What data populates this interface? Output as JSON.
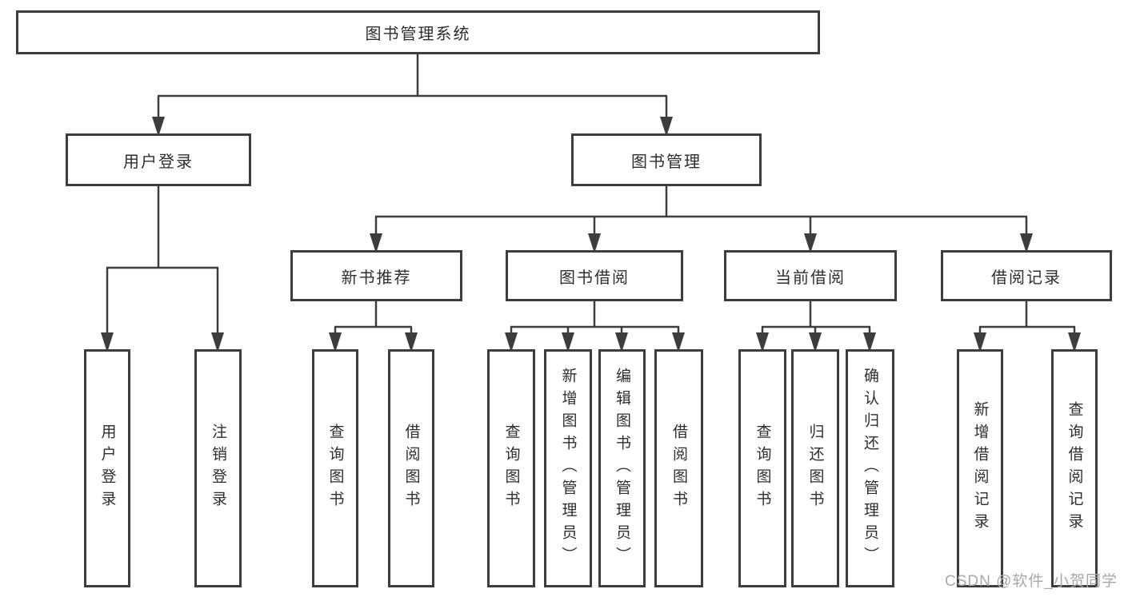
{
  "diagram": {
    "root": {
      "label": "图书管理系统"
    },
    "level2": [
      {
        "label": "用户登录"
      },
      {
        "label": "图书管理"
      }
    ],
    "level3": [
      {
        "label": "新书推荐"
      },
      {
        "label": "图书借阅"
      },
      {
        "label": "当前借阅"
      },
      {
        "label": "借阅记录"
      }
    ],
    "leaves": [
      {
        "label": "用户登录"
      },
      {
        "label": "注销登录"
      },
      {
        "label": "查询图书"
      },
      {
        "label": "借阅图书"
      },
      {
        "label": "查询图书"
      },
      {
        "label": "新增图书（管理员）"
      },
      {
        "label": "编辑图书（管理员）"
      },
      {
        "label": "借阅图书"
      },
      {
        "label": "查询图书"
      },
      {
        "label": "归还图书"
      },
      {
        "label": "确认归还（管理员）"
      },
      {
        "label": "新增借阅记录"
      },
      {
        "label": "查询借阅记录"
      }
    ]
  },
  "watermark": {
    "text": "CSDN @软件_小贺同学"
  },
  "colors": {
    "line": "#3d3d3d",
    "box_border": "#3d3d3d",
    "box_fill": "#ffffff",
    "text": "#2e2e2e",
    "watermark": "#a8a8a8",
    "background": "#ffffff"
  }
}
